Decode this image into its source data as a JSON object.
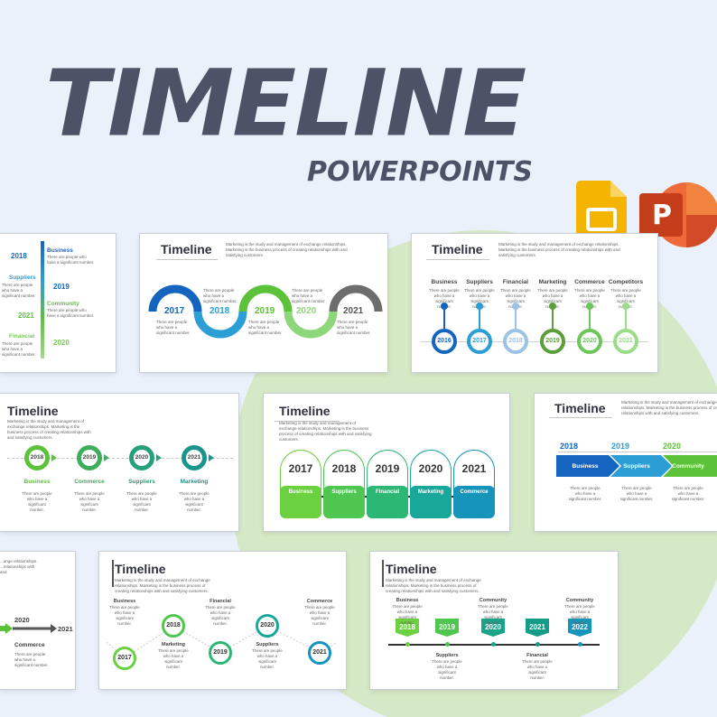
{
  "hero": {
    "title": "TIMELINE",
    "subtitle": "POWERPOINTS"
  },
  "icons": {
    "slides_icon": "google-slides-icon",
    "powerpoint_icon": "powerpoint-icon",
    "powerpoint_letter": "P"
  },
  "colors": {
    "title": "#4d5266",
    "blue": "#1565c0",
    "green": "#5cc23a",
    "teal": "#19a39b",
    "grey": "#6d6d6d"
  },
  "slide_title": "Timeline",
  "slide_desc": "Marketing is the study and management of exchange relationships. Marketing is the business process of creating relationships with and satisfying customers.",
  "people_text": "There are people who have a significant number.",
  "slide1": {
    "rows": [
      {
        "year": "2018",
        "label": "Business"
      },
      {
        "year": "2019",
        "label": "Suppliers"
      },
      {
        "year": "2021",
        "label": "Community"
      },
      {
        "year": "2020",
        "label": "Financial"
      }
    ]
  },
  "slide2": {
    "years": [
      "2017",
      "2018",
      "2019",
      "2020",
      "2021"
    ]
  },
  "slide3": {
    "labels": [
      "Business",
      "Suppliers",
      "Financial",
      "Marketing",
      "Commerce",
      "Competitors"
    ],
    "years": [
      "2016",
      "2017",
      "2018",
      "2019",
      "2020",
      "2021"
    ]
  },
  "slide4": {
    "years": [
      "2018",
      "2019",
      "2020",
      "2021"
    ],
    "labels": [
      "Business",
      "Commerce",
      "Suppliers",
      "Marketing"
    ]
  },
  "slide5": {
    "years": [
      "2017",
      "2018",
      "2019",
      "2020",
      "2021"
    ],
    "labels": [
      "Business",
      "Suppliers",
      "Financial",
      "Marketing",
      "Commerce"
    ]
  },
  "slide6": {
    "years": [
      "2018",
      "2019",
      "2020"
    ],
    "labels": [
      "Business",
      "Suppliers",
      "Community"
    ]
  },
  "slide7": {
    "desc": "...ange relationships. ...relationships with and",
    "years": [
      "2020",
      "2021"
    ],
    "label": "Commerce"
  },
  "slide8": {
    "labels": [
      "Business",
      "Marketing",
      "Financial",
      "Suppliers",
      "Commerce"
    ],
    "years": [
      "2017",
      "2018",
      "2019",
      "2020",
      "2021"
    ]
  },
  "slide9": {
    "years": [
      "2018",
      "2019",
      "2020",
      "2021",
      "2022"
    ],
    "top_labels": [
      "Business",
      "Community",
      "Community"
    ],
    "bottom_labels": [
      "Suppliers",
      "Financial"
    ]
  }
}
